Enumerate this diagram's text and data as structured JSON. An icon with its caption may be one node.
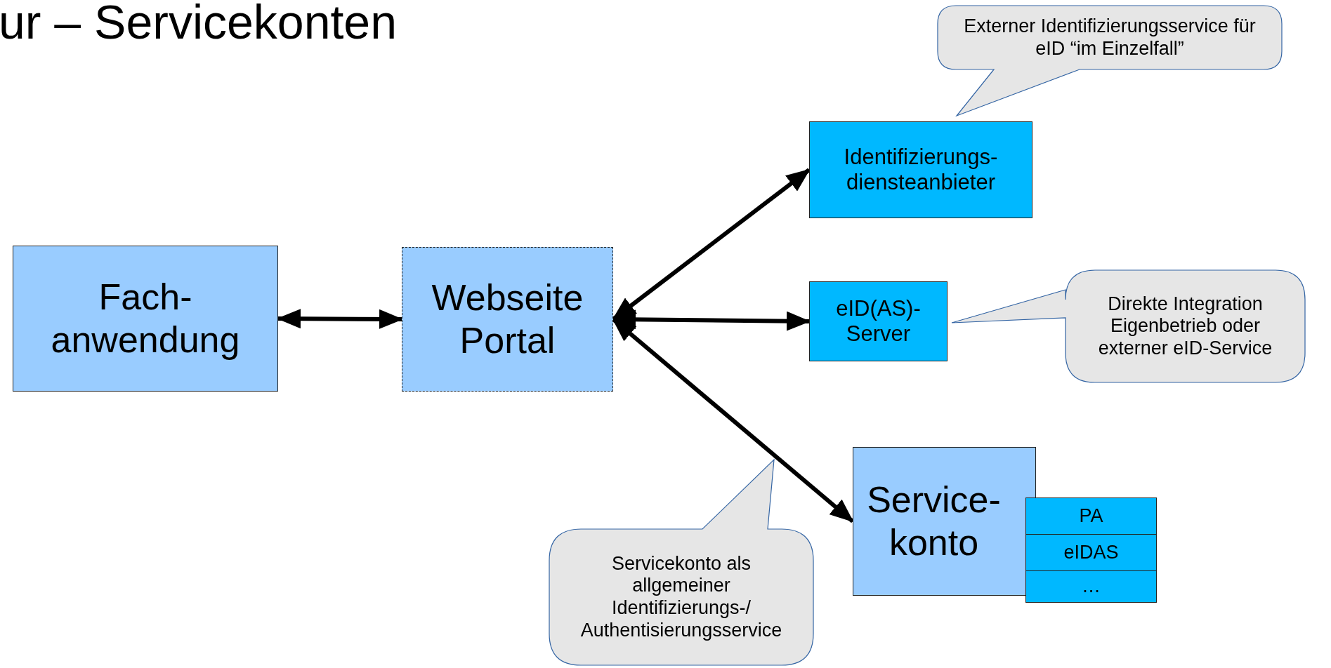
{
  "diagram": {
    "title": "ur – Servicekonten",
    "nodes": [
      {
        "text": [
          "Fach- anwendung"
        ]
      },
      {
        "text": [
          "Webseite Portal"
        ]
      },
      {
        "text": [
          "Identifizierungs- diensteanbieter"
        ]
      },
      {
        "text": [
          "eID(AS)- Server"
        ]
      },
      {
        "text": [
          "Service- konto"
        ]
      },
      {
        "text": [
          "PA"
        ]
      },
      {
        "text": [
          "eIDAS"
        ]
      },
      {
        "text": [
          "…"
        ]
      },
      {
        "text": [
          "Externer Identifizierungsservice für eID “im Einzelfall”"
        ]
      },
      {
        "text": [
          "Direkte Integration Eigenbetrieb oder externer eID-Service"
        ]
      },
      {
        "text": [
          "Servicekonto als allgemeiner Identifizierungs-/ Authentisierungsservice"
        ]
      }
    ],
    "edges": [
      {
        "from": 0,
        "to": 1,
        "arrow": "both"
      },
      {
        "from": 1,
        "to": 2,
        "arrow": "both"
      },
      {
        "from": 1,
        "to": 3,
        "arrow": "both"
      },
      {
        "from": 1,
        "to": 4,
        "arrow": "both"
      }
    ]
  }
}
